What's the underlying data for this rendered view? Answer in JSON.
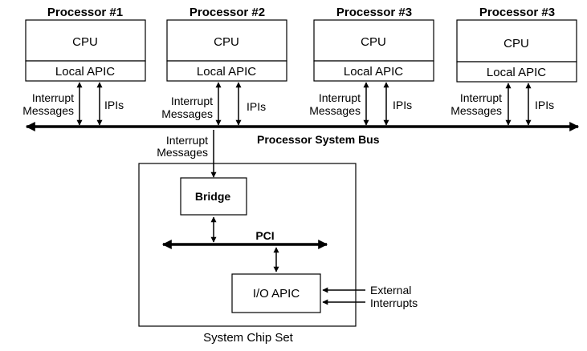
{
  "processors": [
    {
      "title": "Processor #1",
      "cpu_label": "CPU",
      "apic_label": "Local APIC"
    },
    {
      "title": "Processor #2",
      "cpu_label": "CPU",
      "apic_label": "Local APIC"
    },
    {
      "title": "Processor #3",
      "cpu_label": "CPU",
      "apic_label": "Local APIC"
    },
    {
      "title": "Processor #3",
      "cpu_label": "CPU",
      "apic_label": "Local APIC"
    }
  ],
  "interrupt_messages_line1": "Interrupt",
  "interrupt_messages_line2": "Messages",
  "ipis_label": "IPIs",
  "processor_bus_label": "Processor System Bus",
  "chipset": {
    "bridge_label": "Bridge",
    "pci_label": "PCI",
    "ioapic_label": "I/O APIC",
    "external_line1": "External",
    "external_line2": "Interrupts",
    "chipset_label": "System Chip Set"
  }
}
